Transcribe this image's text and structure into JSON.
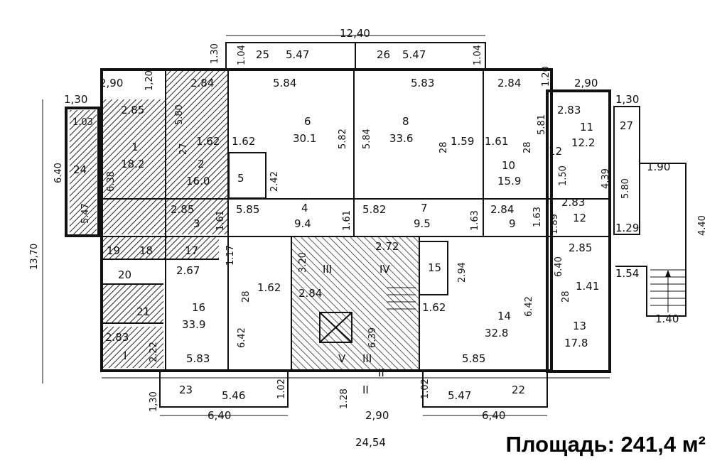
{
  "area_caption": "Площадь: 241,4 м²",
  "labels": {
    "top_total": "12,40",
    "top_h1": "1.30",
    "top_bal_left_h": "1.04",
    "room25": "25",
    "room25_w": "5.47",
    "room26": "26",
    "room26_w": "5.47",
    "top_bal_right_h": "1.04",
    "right_top_h": "1.20",
    "right_top_w": "2,90",
    "right_1_30": "1,30",
    "left_top_w": "2,90",
    "left_top_h": "1,20",
    "left_1_30": "1,30",
    "room1_w_top": "2.85",
    "r103": "1.03",
    "r24": "24",
    "r547v": "5.47",
    "r640": "6.40",
    "r638": "6.38",
    "room1": "1",
    "room1_a": "18.2",
    "room2_w": "2.84",
    "room2_h": "5.80",
    "room2_27": "27",
    "r162a": "1.62",
    "room2": "2",
    "room2_a": "16.0",
    "room6_w": "5.84",
    "room6": "6",
    "room6_a": "30.1",
    "r582": "5.82",
    "r162b": "1.62",
    "r242": "2.42",
    "room5": "5",
    "room8_w": "5.83",
    "r584": "5.84",
    "room8": "8",
    "room8_a": "33.6",
    "r28a": "28",
    "r159": "1.59",
    "r161": "1.61",
    "r28b": "28",
    "room10_w": "2.84",
    "r581": "5.81",
    "r12": "12",
    "r150": "1.50",
    "room10": "10",
    "room10_a": "15.9",
    "room11_w": "2.83",
    "room11": "11",
    "room11_a": "12.2",
    "r439": "4.39",
    "r27r": "27",
    "r580r": "5.80",
    "r190": "1.90",
    "r440": "4.40",
    "r1370": "13,70",
    "room3_w": "2.85",
    "room3": "3",
    "r161b": "1.61",
    "room4_w": "5.85",
    "room4": "4",
    "room4_a": "9.4",
    "r161c": "1.61",
    "room7_w": "5.82",
    "room7": "7",
    "room7_a": "9.5",
    "r163": "1.63",
    "room9_w": "2.84",
    "room9": "9",
    "r163b": "1.63",
    "r189": "1.89",
    "room12_w": "2.83",
    "room12_n": "12",
    "r129": "1.29",
    "r19": "19",
    "r18": "18",
    "r17": "17",
    "r117": "1.17",
    "r320": "3.20",
    "rIII": "III",
    "r272": "2.72",
    "rIV": "IV",
    "r294": "2.94",
    "room15": "15",
    "r640b": "6.40",
    "room13_w": "2.85",
    "r154": "1.54",
    "room20": "20",
    "r267": "2.67",
    "r28c": "28",
    "r162c": "1.62",
    "r284": "2.84",
    "r162d": "1.62",
    "r642": "6.42",
    "r28d": "28",
    "r141": "1.41",
    "room21": "21",
    "room16": "16",
    "room16_a": "33.9",
    "r642b": "6.42",
    "r639": "6.39",
    "room14": "14",
    "room14_a": "32.8",
    "room13": "13",
    "room13_a": "17.8",
    "r140": "1.40",
    "r283": "2.83",
    "r222": "2.22",
    "rI": "I",
    "rV": "V",
    "rIII2": "III",
    "rII": "II",
    "room16_w": "5.83",
    "room14_w": "5.85",
    "r130b": "1,30",
    "room23": "23",
    "r546": "5.46",
    "r102a": "1.02",
    "r128": "1.28",
    "rII2": "II",
    "r102b": "1.02",
    "r547b": "5.47",
    "room22": "22",
    "r640c": "6,40",
    "r290": "2,90",
    "r640d": "6,40",
    "r2454": "24,54"
  }
}
